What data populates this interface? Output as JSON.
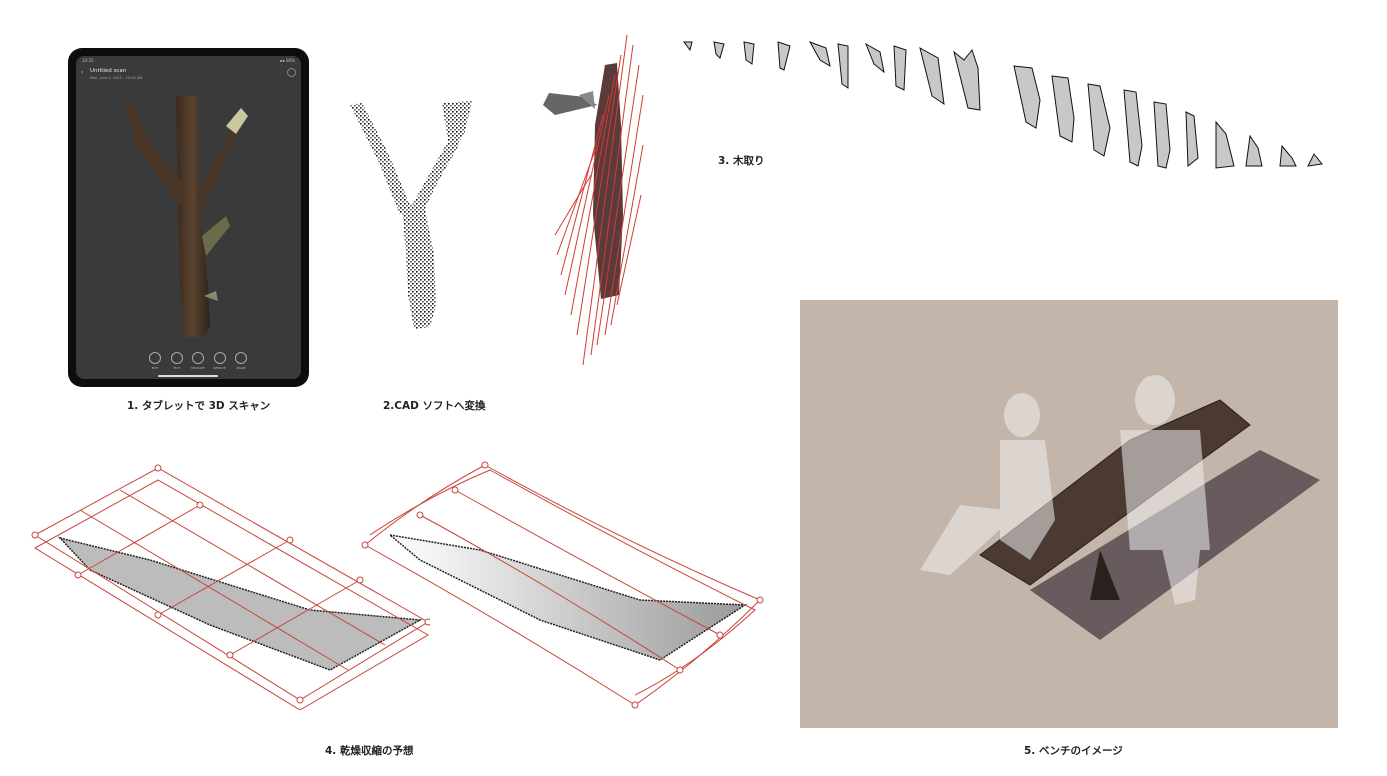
{
  "captions": {
    "step1": "1. タブレットで 3D スキャン",
    "step2": "2.CAD ソフトへ変換",
    "step3": "3. 木取り",
    "step4": "4. 乾燥収縮の予想",
    "step5": "5. ベンチのイメージ"
  },
  "tablet": {
    "status_time": "10:25",
    "status_right": "∎∎ 80%",
    "scan_title": "Untitled scan",
    "scan_subtitle": "Mon, June 2, 2025 – 10:25 AM",
    "tools": [
      "EDIT",
      "TEXT",
      "MEASURE",
      "REMOVE",
      "SHARE"
    ]
  },
  "colors": {
    "wire": "#c8463c",
    "render_bg": "#c4b5aa",
    "screen_bg": "#3a3a3a"
  }
}
